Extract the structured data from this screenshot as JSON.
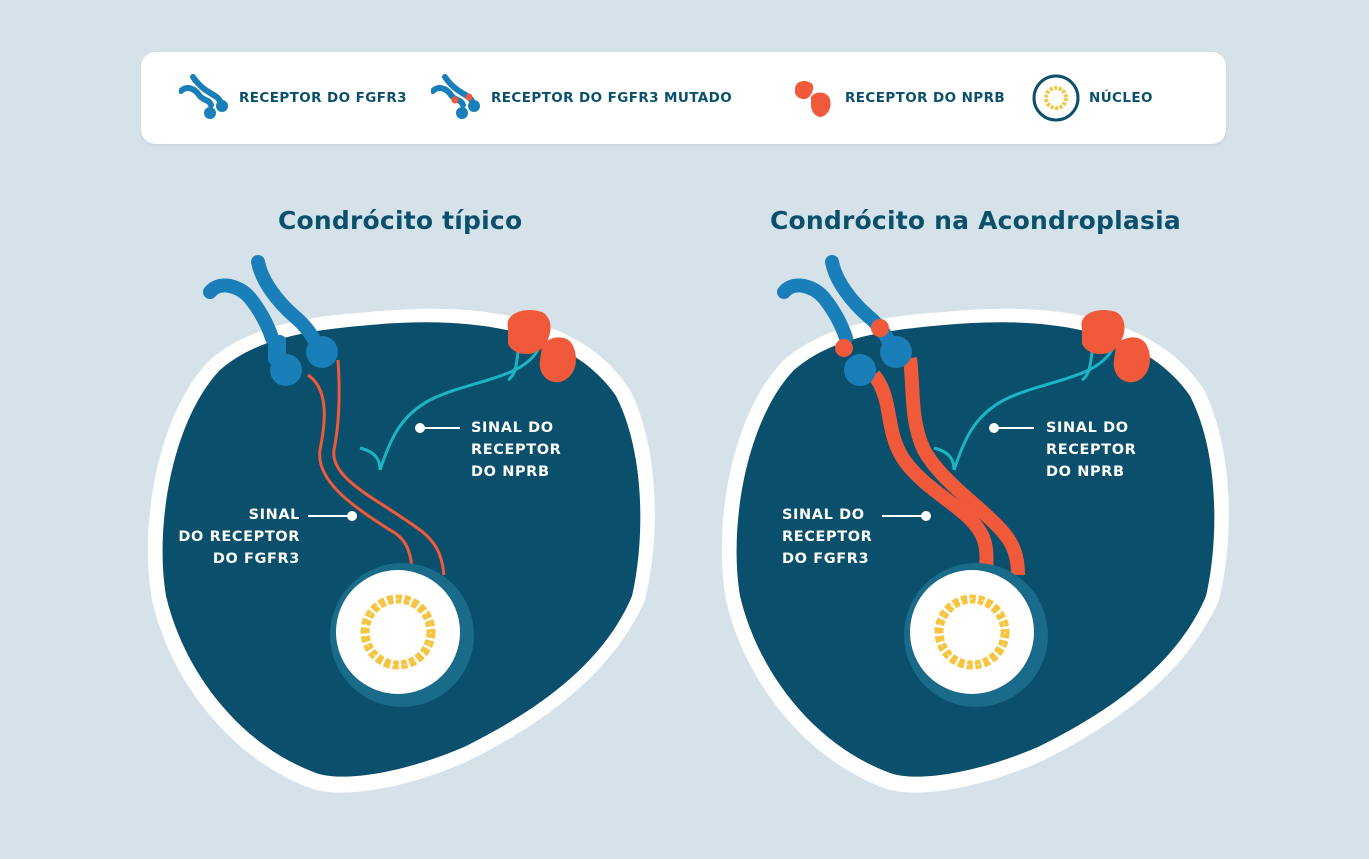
{
  "legend": {
    "items": [
      {
        "label": "RECEPTOR DO FGFR3",
        "icon": "fgfr3-receptor-icon"
      },
      {
        "label": "RECEPTOR DO FGFR3 MUTADO",
        "icon": "mutated-fgfr3-receptor-icon"
      },
      {
        "label": "RECEPTOR DO NPRB",
        "icon": "nprb-receptor-icon"
      },
      {
        "label": "NÚCLEO",
        "icon": "nucleus-icon"
      }
    ]
  },
  "panels": {
    "typical": {
      "title": "Condrócito típico",
      "fgfr3_signal": [
        "SINAL",
        "DO RECEPTOR",
        "DO FGFR3"
      ],
      "nprb_signal": [
        "SINAL DO",
        "RECEPTOR",
        "DO NPRB"
      ]
    },
    "achondroplasia": {
      "title": "Condrócito na Acondroplasia",
      "fgfr3_signal": [
        "SINAL DO",
        "RECEPTOR",
        "DO FGFR3"
      ],
      "nprb_signal": [
        "SINAL DO",
        "RECEPTOR",
        "DO NPRB"
      ]
    }
  },
  "colors": {
    "background": "#d6e2ea",
    "cell": "#0a4f6b",
    "fgfr3_blue": "#1a7fb8",
    "nprb_orange": "#f05a3a",
    "nprb_signal_teal": "#1cb5c4",
    "nucleus_yellow": "#f5c542",
    "title_text": "#0a4f6b"
  }
}
